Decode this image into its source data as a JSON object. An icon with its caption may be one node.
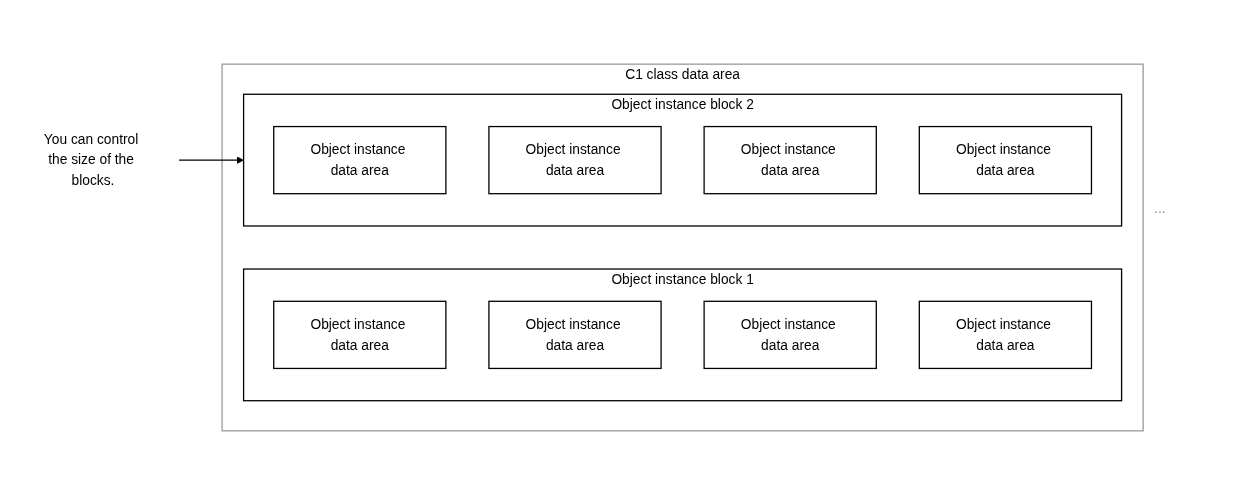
{
  "diagram": {
    "nodes": [
      {
        "text": [
          "C1 class data area"
        ]
      },
      {
        "text": [
          "Object instance block 1"
        ],
        "in": 0
      },
      {
        "text": [
          "Object instance data area"
        ],
        "in": 1
      },
      {
        "text": [
          "Object instance data area"
        ],
        "in": 1
      },
      {
        "text": [
          "Object instance data area"
        ],
        "in": 1
      },
      {
        "text": [
          "Object instance data area"
        ],
        "in": 1
      },
      {
        "text": [
          "Object instance block 2"
        ],
        "in": 0
      },
      {
        "text": [
          "Object instance data area"
        ],
        "in": 6
      },
      {
        "text": [
          "Object instance data area"
        ],
        "in": 6
      },
      {
        "text": [
          "Object instance data area"
        ],
        "in": 6
      },
      {
        "text": [
          "Object instance data area"
        ],
        "in": 6
      },
      {
        "text": [
          "You can control the size of the blocks."
        ]
      }
    ],
    "edges": [
      {
        "from": 11,
        "to": 6,
        "arrow": "to"
      }
    ],
    "labels": [
      "..."
    ]
  }
}
